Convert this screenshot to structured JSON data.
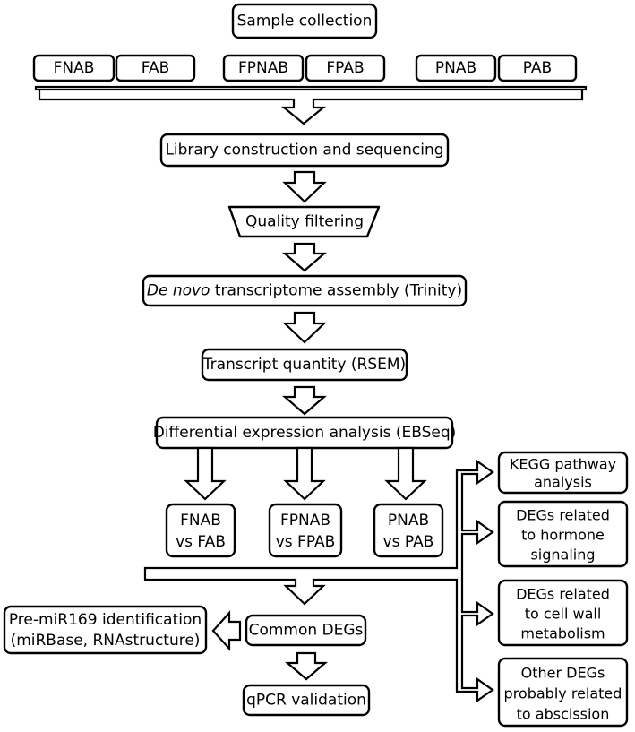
{
  "nodes": {
    "sample_collection": "Sample collection",
    "fnab": "FNAB",
    "fab": "FAB",
    "fpnab": "FPNAB",
    "fpab": "FPAB",
    "pnab": "PNAB",
    "pab": "PAB",
    "library": "Library construction and sequencing",
    "quality": "Quality filtering",
    "denovo_italic": "De novo",
    "denovo_rest": " transcriptome assembly (Trinity)",
    "transcript_quantity": "Transcript quantity (RSEM)",
    "differential": "Differential expression analysis (EBSeq)",
    "cmp1_line1": "FNAB",
    "cmp1_line2": "vs FAB",
    "cmp2_line1": "FPNAB",
    "cmp2_line2": "vs FPAB",
    "cmp3_line1": "PNAB",
    "cmp3_line2": "vs PAB",
    "common_degs": "Common DEGs",
    "qpcr": "qPCR validation",
    "premir_line1": "Pre-miR169 identification",
    "premir_line2": "(miRBase, RNAstructure)",
    "kegg_line1": "KEGG pathway",
    "kegg_line2": "analysis",
    "hormone_line1": "DEGs related",
    "hormone_line2": "to hormone",
    "hormone_line3": "signaling",
    "cellwall_line1": "DEGs related",
    "cellwall_line2": "to cell wall",
    "cellwall_line3": "metabolism",
    "other_line1": "Other DEGs",
    "other_line2": "probably related",
    "other_line3": "to abscission"
  }
}
